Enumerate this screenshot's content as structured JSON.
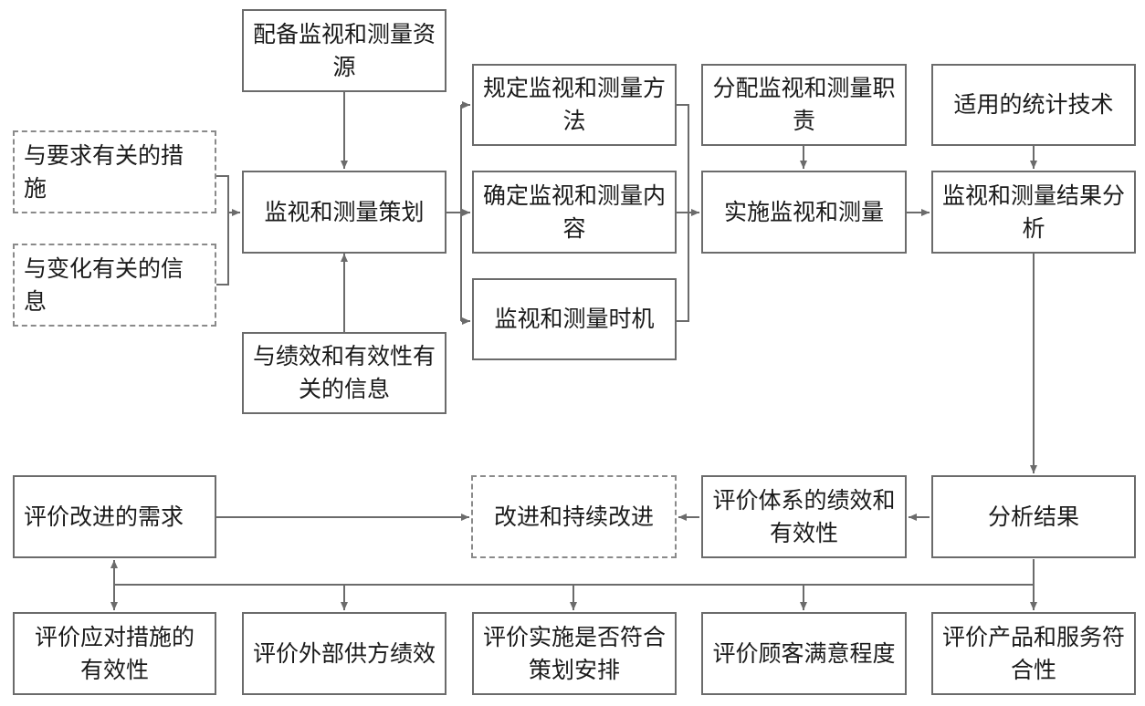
{
  "boxes": {
    "resources": "配备监视和测量资源",
    "req_measures": "与要求有关的措施",
    "change_info": "与变化有关的信息",
    "planning": "监视和测量策划",
    "perf_info": "与绩效和有效性有关的信息",
    "method": "规定监视和测量方法",
    "content": "确定监视和测量内容",
    "timing": "监视和测量时机",
    "duties": "分配监视和测量职责",
    "implement": "实施监视和测量",
    "stats": "适用的统计技术",
    "analysis": "监视和测量结果分析",
    "eval_needs": "评价改进的需求",
    "improve": "改进和持续改进",
    "eval_system": "评价体系的绩效和有效性",
    "results": "分析结果",
    "eval_measures": "评价应对措施的有效性",
    "eval_supplier": "评价外部供方绩效",
    "eval_plan": "评价实施是否符合策划安排",
    "eval_customer": "评价顾客满意程度",
    "eval_product": "评价产品和服务符合性"
  },
  "colors": {
    "line": "#6b6b6b",
    "border": "#6b6b6b",
    "dashed_border": "#8a8a8a",
    "text": "#1a1a1a"
  }
}
